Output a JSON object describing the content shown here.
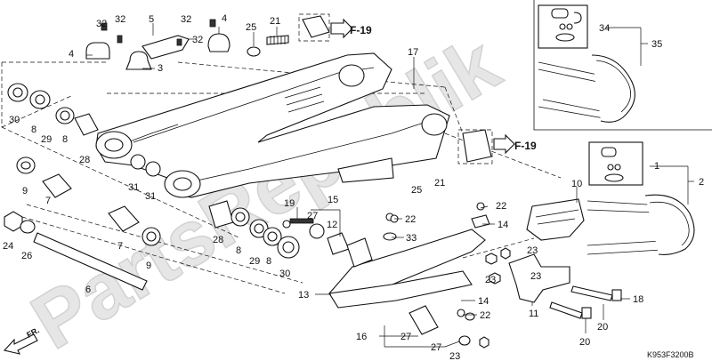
{
  "watermark": "PartsRepublik",
  "diagram_code": "K953F3200B",
  "front_marker": "FR.",
  "references": [
    "F-19",
    "F-19"
  ],
  "callouts": [
    {
      "id": "c32a",
      "label": "32"
    },
    {
      "id": "c32b",
      "label": "32"
    },
    {
      "id": "c5",
      "label": "5"
    },
    {
      "id": "c32c",
      "label": "32"
    },
    {
      "id": "c4a",
      "label": "4"
    },
    {
      "id": "c25a",
      "label": "25"
    },
    {
      "id": "c21a",
      "label": "21"
    },
    {
      "id": "c4b",
      "label": "4"
    },
    {
      "id": "c32d",
      "label": "32"
    },
    {
      "id": "c3",
      "label": "3"
    },
    {
      "id": "c17",
      "label": "17"
    },
    {
      "id": "c34",
      "label": "34"
    },
    {
      "id": "c35",
      "label": "35"
    },
    {
      "id": "c30a",
      "label": "30"
    },
    {
      "id": "c8a",
      "label": "8"
    },
    {
      "id": "c29a",
      "label": "29"
    },
    {
      "id": "c8b",
      "label": "8"
    },
    {
      "id": "c28a",
      "label": "28"
    },
    {
      "id": "c31a",
      "label": "31"
    },
    {
      "id": "c31b",
      "label": "31"
    },
    {
      "id": "c9a",
      "label": "9"
    },
    {
      "id": "c7a",
      "label": "7"
    },
    {
      "id": "c25b",
      "label": "25"
    },
    {
      "id": "c21b",
      "label": "21"
    },
    {
      "id": "c1",
      "label": "1"
    },
    {
      "id": "c2",
      "label": "2"
    },
    {
      "id": "c10",
      "label": "10"
    },
    {
      "id": "c15",
      "label": "15"
    },
    {
      "id": "c19",
      "label": "19"
    },
    {
      "id": "c27a",
      "label": "27"
    },
    {
      "id": "c12",
      "label": "12"
    },
    {
      "id": "c22a",
      "label": "22"
    },
    {
      "id": "c22b",
      "label": "22"
    },
    {
      "id": "c14a",
      "label": "14"
    },
    {
      "id": "c33",
      "label": "33"
    },
    {
      "id": "c24",
      "label": "24"
    },
    {
      "id": "c26",
      "label": "26"
    },
    {
      "id": "c7b",
      "label": "7"
    },
    {
      "id": "c9b",
      "label": "9"
    },
    {
      "id": "c28b",
      "label": "28"
    },
    {
      "id": "c8c",
      "label": "8"
    },
    {
      "id": "c29b",
      "label": "29"
    },
    {
      "id": "c8d",
      "label": "8"
    },
    {
      "id": "c30b",
      "label": "30"
    },
    {
      "id": "c23a",
      "label": "23"
    },
    {
      "id": "c23b",
      "label": "23"
    },
    {
      "id": "c23c",
      "label": "23"
    },
    {
      "id": "c18",
      "label": "18"
    },
    {
      "id": "c6",
      "label": "6"
    },
    {
      "id": "c13",
      "label": "13"
    },
    {
      "id": "c14b",
      "label": "14"
    },
    {
      "id": "c22c",
      "label": "22"
    },
    {
      "id": "c11",
      "label": "11"
    },
    {
      "id": "c20a",
      "label": "20"
    },
    {
      "id": "c20b",
      "label": "20"
    },
    {
      "id": "c16",
      "label": "16"
    },
    {
      "id": "c27b",
      "label": "27"
    },
    {
      "id": "c27c",
      "label": "27"
    },
    {
      "id": "c23d",
      "label": "23"
    }
  ]
}
